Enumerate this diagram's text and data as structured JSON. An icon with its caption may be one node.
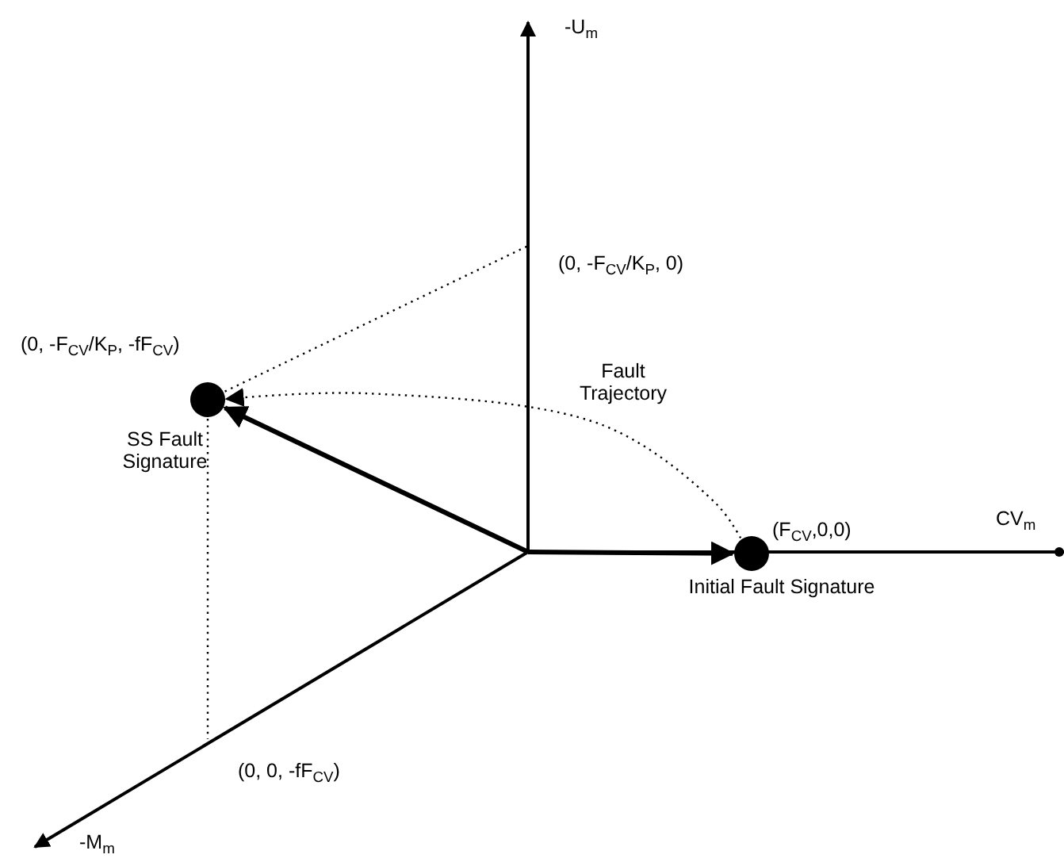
{
  "diagram": {
    "nodes": [
      {
        "text": [
          "(0, -F$_{CV}$/K$_{P}$, -fF$_{CV}$)",
          "SS Fault Signature"
        ]
      },
      {
        "text": [
          "(F$_{CV}$,0,0)",
          "Initial Fault Signature"
        ]
      }
    ],
    "edges": [
      {
        "from": null,
        "to": 0,
        "arrow": "to",
        "style": "thick"
      },
      {
        "from": null,
        "to": 1,
        "arrow": "to",
        "style": "thick"
      },
      {
        "from": 1,
        "to": 0,
        "arrow": "to",
        "style": "dashed",
        "label": "Fault Trajectory"
      },
      {
        "from": 0,
        "to": null,
        "arrow": "none",
        "style": "dashed"
      },
      {
        "from": 0,
        "to": null,
        "arrow": "none",
        "style": "dashed"
      }
    ],
    "labels": [
      "-U$_{m}$",
      "(0, -F$_{CV}$/K$_{P}$, 0)",
      "CV$_{m}$",
      "(0, 0, -fF$_{CV}$)",
      "-M$_{m}$"
    ]
  }
}
